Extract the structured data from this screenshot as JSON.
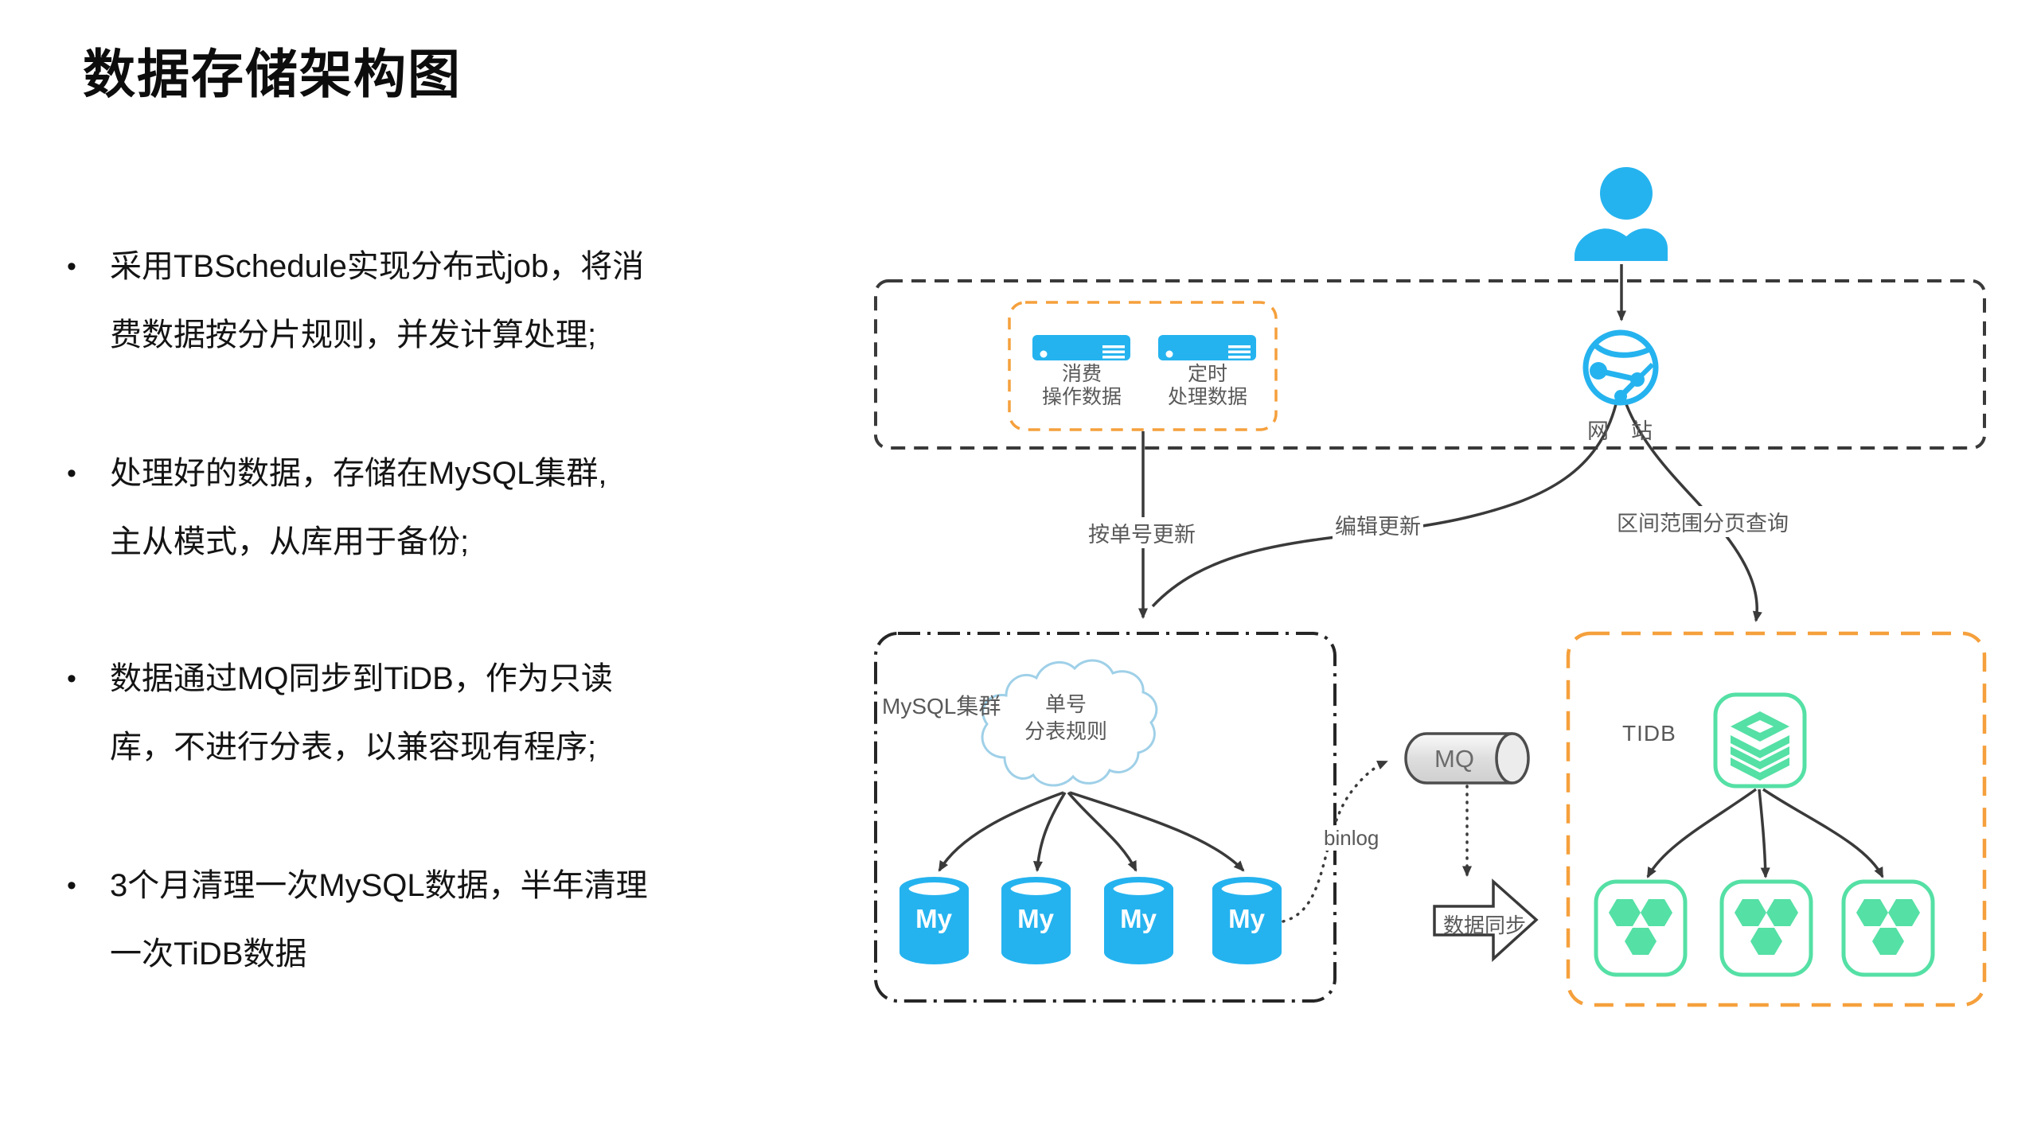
{
  "slide": {
    "title": "数据存储架构图",
    "bullet_marker": "•",
    "bullets": [
      {
        "lines": [
          "采用TBSchedule实现分布式job，将消",
          "费数据按分片规则，并发计算处理;"
        ]
      },
      {
        "lines": [
          "处理好的数据，存储在MySQL集群,",
          "主从模式，从库用于备份;"
        ]
      },
      {
        "lines": [
          "数据通过MQ同步到TiDB，作为只读",
          "库，不进行分表，以兼容现有程序;"
        ]
      },
      {
        "lines": [
          "3个月清理一次MySQL数据，半年清理",
          "一次TiDB数据"
        ]
      }
    ]
  },
  "diagram": {
    "web_tier": {
      "app_servers": [
        {
          "line1": "消费",
          "line2": "操作数据"
        },
        {
          "line1": "定时",
          "line2": "处理数据"
        }
      ],
      "website_label_left": "网",
      "website_label_right": "站"
    },
    "edges": {
      "update_by_order_no": "按单号更新",
      "edit_update": "编辑更新",
      "range_page_query": "区间范围分页查询",
      "binlog": "binlog",
      "data_sync": "数据同步"
    },
    "mysql_cluster": {
      "box_label": "MySQL集群",
      "cloud_line1": "单号",
      "cloud_line2": "分表规则",
      "db_label": "My",
      "node_count": 4
    },
    "mq": {
      "label": "MQ"
    },
    "tidb": {
      "box_label": "TIDB",
      "node_count": 3
    }
  },
  "colors": {
    "accent_cyan": "#25b3ef",
    "accent_green": "#55e0a5",
    "accent_orange": "#f5a03c",
    "line_dark": "#3a3a3a",
    "label_grey": "#595959",
    "mq_fill": "#e9e9e9"
  }
}
